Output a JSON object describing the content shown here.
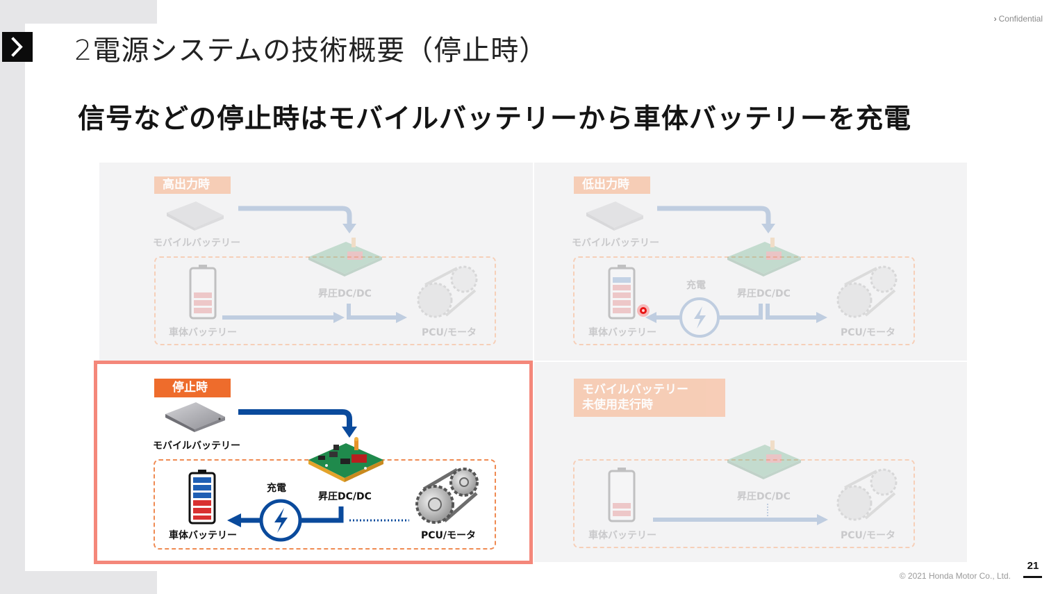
{
  "header": {
    "confidential": "Confidential",
    "title": "2電源システムの技術概要（停止時）",
    "subtitle": "信号などの停止時はモバイルバッテリーから車体バッテリーを充電"
  },
  "panels": {
    "top_left": {
      "tag": "高出力時",
      "mobile_battery": "モバイルバッテリー",
      "dcdc": "昇圧DC/DC",
      "vehicle_battery": "車体バッテリー",
      "pcu": "PCU/モータ"
    },
    "top_right": {
      "tag": "低出力時",
      "mobile_battery": "モバイルバッテリー",
      "charge": "充電",
      "dcdc": "昇圧DC/DC",
      "vehicle_battery": "車体バッテリー",
      "pcu": "PCU/モータ"
    },
    "bottom_left": {
      "tag": "停止時",
      "mobile_battery": "モバイルバッテリー",
      "charge": "充電",
      "dcdc": "昇圧DC/DC",
      "vehicle_battery": "車体バッテリー",
      "pcu": "PCU/モータ"
    },
    "bottom_right": {
      "tag_line1": "モバイルバッテリー",
      "tag_line2": "未使用走行時",
      "dcdc": "昇圧DC/DC",
      "vehicle_battery": "車体バッテリー",
      "pcu": "PCU/モータ"
    }
  },
  "footer": {
    "copyright": "© 2021 Honda Motor Co., Ltd.",
    "page_number": "21"
  },
  "colors": {
    "accent_orange": "#ee6c2c",
    "arrow_blue": "#0a4a9c",
    "highlight_frame": "#f4877a",
    "battery_red": "#d93131",
    "battery_blue": "#1f5fb4"
  }
}
